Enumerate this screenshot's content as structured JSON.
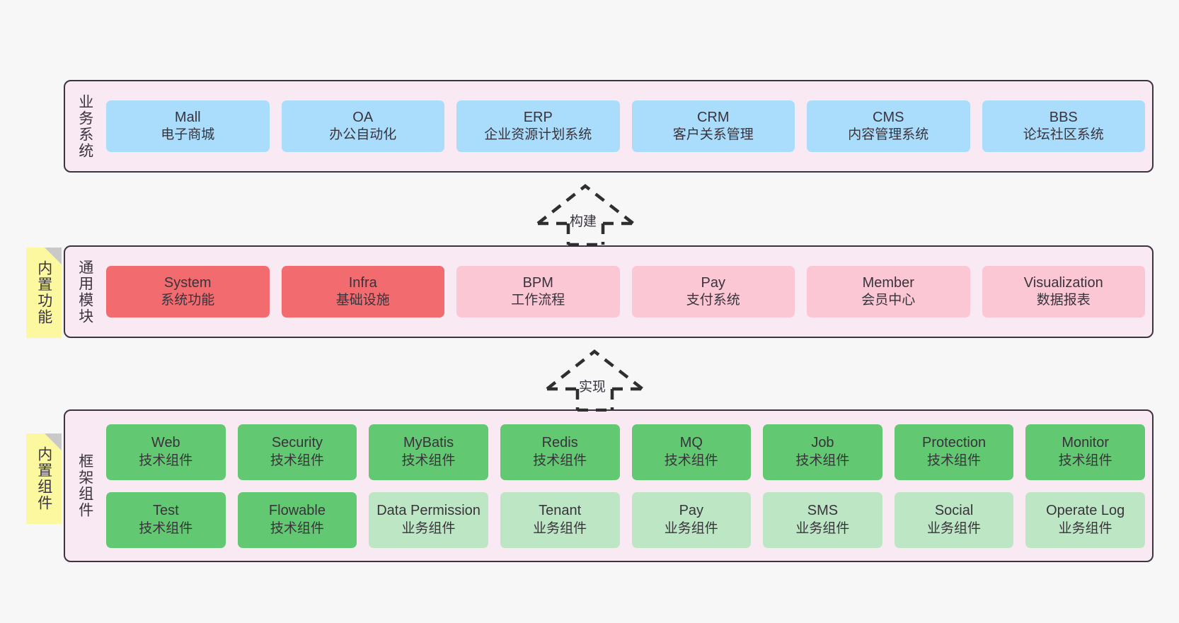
{
  "diagram": {
    "background": "#f7f7f7",
    "panel_bg": "#f9e9f3",
    "panel_border": "#3c3440",
    "colors": {
      "business": "#aadcfb",
      "core_module": "#f26b6e",
      "module": "#fbc7d4",
      "tech_component": "#62c871",
      "biz_component": "#bde7c4",
      "note": "#fbf8a0"
    }
  },
  "layers": {
    "business": {
      "title": "业务系统",
      "nodes": [
        {
          "title": "Mall",
          "sub": "电子商城"
        },
        {
          "title": "OA",
          "sub": "办公自动化"
        },
        {
          "title": "ERP",
          "sub": "企业资源计划系统"
        },
        {
          "title": "CRM",
          "sub": "客户关系管理"
        },
        {
          "title": "CMS",
          "sub": "内容管理系统"
        },
        {
          "title": "BBS",
          "sub": "论坛社区系统"
        }
      ]
    },
    "modules": {
      "title": "通用模块",
      "note": "内置功能",
      "nodes": [
        {
          "title": "System",
          "sub": "系统功能",
          "style": "red"
        },
        {
          "title": "Infra",
          "sub": "基础设施",
          "style": "red"
        },
        {
          "title": "BPM",
          "sub": "工作流程",
          "style": "pink"
        },
        {
          "title": "Pay",
          "sub": "支付系统",
          "style": "pink"
        },
        {
          "title": "Member",
          "sub": "会员中心",
          "style": "pink"
        },
        {
          "title": "Visualization",
          "sub": "数据报表",
          "style": "pink"
        }
      ]
    },
    "framework": {
      "title": "框架组件",
      "note": "内置组件",
      "row1": [
        {
          "title": "Web",
          "sub": "技术组件",
          "style": "green"
        },
        {
          "title": "Security",
          "sub": "技术组件",
          "style": "green"
        },
        {
          "title": "MyBatis",
          "sub": "技术组件",
          "style": "green"
        },
        {
          "title": "Redis",
          "sub": "技术组件",
          "style": "green"
        },
        {
          "title": "MQ",
          "sub": "技术组件",
          "style": "green"
        },
        {
          "title": "Job",
          "sub": "技术组件",
          "style": "green"
        },
        {
          "title": "Protection",
          "sub": "技术组件",
          "style": "green"
        },
        {
          "title": "Monitor",
          "sub": "技术组件",
          "style": "green"
        }
      ],
      "row2": [
        {
          "title": "Test",
          "sub": "技术组件",
          "style": "green"
        },
        {
          "title": "Flowable",
          "sub": "技术组件",
          "style": "green"
        },
        {
          "title": "Data Permission",
          "sub": "业务组件",
          "style": "lgreen"
        },
        {
          "title": "Tenant",
          "sub": "业务组件",
          "style": "lgreen"
        },
        {
          "title": "Pay",
          "sub": "业务组件",
          "style": "lgreen"
        },
        {
          "title": "SMS",
          "sub": "业务组件",
          "style": "lgreen"
        },
        {
          "title": "Social",
          "sub": "业务组件",
          "style": "lgreen"
        },
        {
          "title": "Operate Log",
          "sub": "业务组件",
          "style": "lgreen"
        }
      ]
    }
  },
  "connectors": [
    {
      "label": "构建"
    },
    {
      "label": "实现"
    }
  ]
}
